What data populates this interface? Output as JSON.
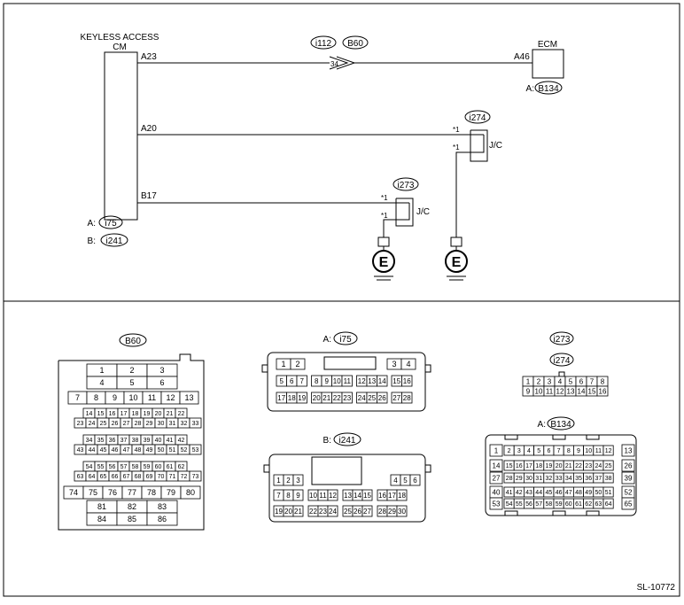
{
  "module": {
    "title_line1": "KEYLESS ACCESS",
    "title_line2": "CM",
    "conn_a_prefix": "A:",
    "conn_a": "i75",
    "conn_b_prefix": "B:",
    "conn_b": "i241"
  },
  "ecm": {
    "title": "ECM",
    "pin": "A46",
    "conn_prefix": "A:",
    "conn": "B134"
  },
  "wires": {
    "a23": {
      "pin": "A23",
      "conn1": "i112",
      "conn2": "B60",
      "terminal": "34"
    },
    "a20": {
      "pin": "A20",
      "conn": "i274",
      "star1": "*1",
      "star2": "*1",
      "jc": "J/C"
    },
    "b17": {
      "pin": "B17",
      "conn": "i273",
      "star1": "*1",
      "star2": "*1",
      "jc": "J/C"
    }
  },
  "ground_label": "E",
  "connectors": {
    "b60": {
      "label": "B60",
      "rows": [
        [
          "1",
          "2",
          "3"
        ],
        [
          "4",
          "5",
          "6"
        ],
        [
          "7",
          "8",
          "9",
          "10",
          "11",
          "12",
          "13"
        ],
        [
          "14",
          "15",
          "16",
          "17",
          "18",
          "19",
          "20",
          "21",
          "22"
        ],
        [
          "23",
          "24",
          "25",
          "26",
          "27",
          "28",
          "29",
          "30",
          "31",
          "32",
          "33"
        ],
        [
          "34",
          "35",
          "36",
          "37",
          "38",
          "39",
          "40",
          "41",
          "42"
        ],
        [
          "43",
          "44",
          "45",
          "46",
          "47",
          "48",
          "49",
          "50",
          "51",
          "52",
          "53"
        ],
        [
          "54",
          "55",
          "56",
          "57",
          "58",
          "59",
          "60",
          "61",
          "62"
        ],
        [
          "63",
          "64",
          "65",
          "66",
          "67",
          "68",
          "69",
          "70",
          "71",
          "72",
          "73"
        ],
        [
          "74",
          "75",
          "76",
          "77",
          "78",
          "79",
          "80"
        ],
        [
          "81",
          "82",
          "83"
        ],
        [
          "84",
          "85",
          "86"
        ]
      ]
    },
    "i75": {
      "prefix": "A:",
      "label": "i75",
      "rows": [
        [
          "1",
          "2",
          "3",
          "4"
        ],
        [
          "5",
          "6",
          "7",
          "8",
          "9",
          "10",
          "11",
          "12",
          "13",
          "14",
          "15",
          "16"
        ],
        [
          "17",
          "18",
          "19",
          "20",
          "21",
          "22",
          "23",
          "24",
          "25",
          "26",
          "27",
          "28"
        ]
      ]
    },
    "i241": {
      "prefix": "B:",
      "label": "i241",
      "rows": [
        [
          "1",
          "2",
          "3",
          "4",
          "5",
          "6"
        ],
        [
          "7",
          "8",
          "9",
          "10",
          "11",
          "12",
          "13",
          "14",
          "15",
          "16",
          "17",
          "18"
        ],
        [
          "19",
          "20",
          "21",
          "22",
          "23",
          "24",
          "25",
          "26",
          "27",
          "28",
          "29",
          "30"
        ]
      ]
    },
    "i273_i274": {
      "label1": "i273",
      "label2": "i274",
      "rows": [
        [
          "1",
          "2",
          "3",
          "4",
          "5",
          "6",
          "7",
          "8"
        ],
        [
          "9",
          "10",
          "11",
          "12",
          "13",
          "14",
          "15",
          "16"
        ]
      ]
    },
    "b134": {
      "prefix": "A:",
      "label": "B134",
      "rows": [
        [
          "1",
          "2",
          "3",
          "4",
          "5",
          "6",
          "7",
          "8",
          "9",
          "10",
          "11",
          "12",
          "13"
        ],
        [
          "14",
          "15",
          "16",
          "17",
          "18",
          "19",
          "20",
          "21",
          "22",
          "23",
          "24",
          "25",
          "26"
        ],
        [
          "27",
          "28",
          "29",
          "30",
          "31",
          "32",
          "33",
          "34",
          "35",
          "36",
          "37",
          "38",
          "39"
        ],
        [
          "40",
          "41",
          "42",
          "43",
          "44",
          "45",
          "46",
          "47",
          "48",
          "49",
          "50",
          "51",
          "52"
        ],
        [
          "53",
          "54",
          "55",
          "56",
          "57",
          "58",
          "59",
          "60",
          "61",
          "62",
          "63",
          "64",
          "65"
        ]
      ]
    }
  },
  "code": "SL-10772"
}
